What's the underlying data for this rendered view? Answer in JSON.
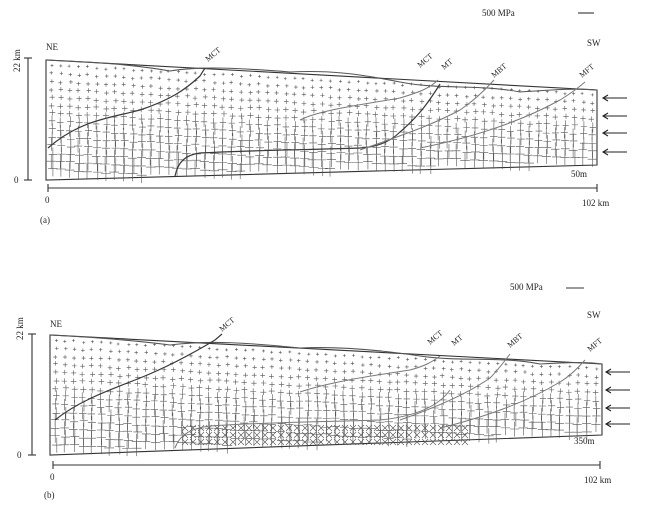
{
  "panels": [
    {
      "id": "a",
      "panel_label": "(a)",
      "scale_value": "500 MPa",
      "y_axis_label": "22 km",
      "y_zero_label": "0",
      "x_start_label": "0",
      "x_end_label": "102 km",
      "left_end_label": "NE",
      "right_end_label": "SW",
      "bottom_annotation": "50m",
      "faults": [
        "MCT",
        "MCT",
        "MT",
        "MBT",
        "MFT"
      ]
    },
    {
      "id": "b",
      "panel_label": "(b)",
      "scale_value": "500 MPa",
      "y_axis_label": "22 km",
      "y_zero_label": "0",
      "x_start_label": "0",
      "x_end_label": "102 km",
      "left_end_label": "NE",
      "right_end_label": "SW",
      "bottom_annotation": "350m",
      "faults": [
        "MCT",
        "MCT",
        "MT",
        "MBT",
        "MFT"
      ]
    }
  ]
}
